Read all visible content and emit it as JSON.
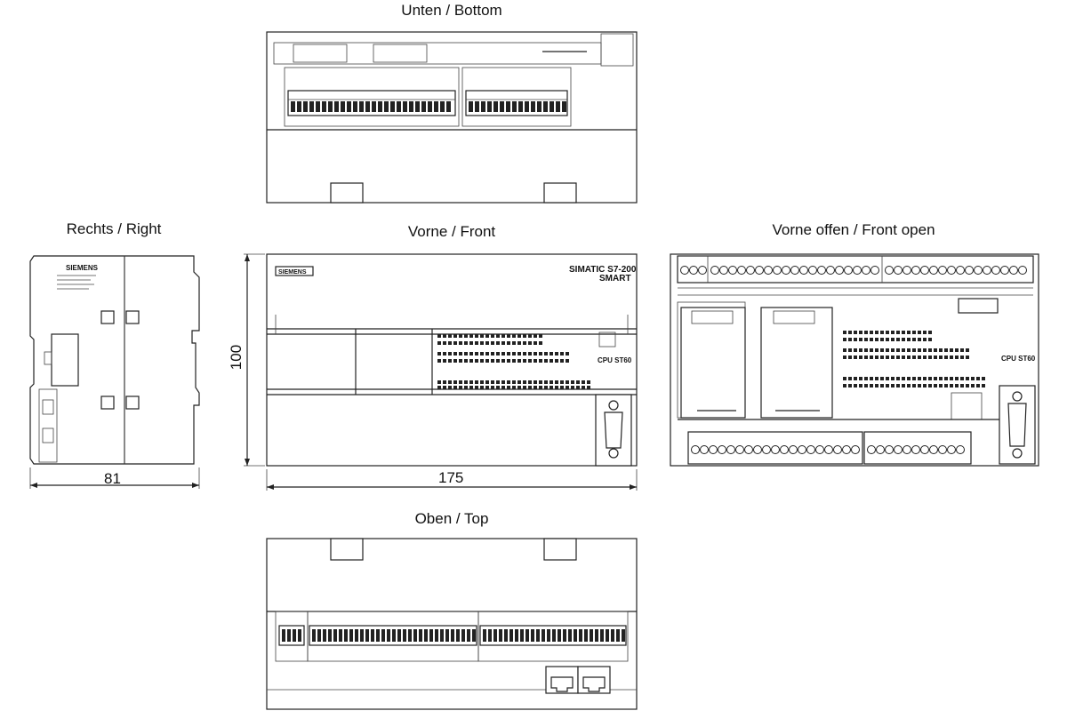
{
  "views": {
    "bottom": "Unten / Bottom",
    "right": "Rechts / Right",
    "front": "Vorne / Front",
    "front_open": "Vorne offen / Front open",
    "top": "Oben / Top"
  },
  "dimensions": {
    "height": "100",
    "width": "175",
    "depth": "81"
  },
  "device": {
    "brand_line1": "SIMATIC S7-200",
    "brand_line2": "SMART",
    "model": "CPU ST60"
  }
}
